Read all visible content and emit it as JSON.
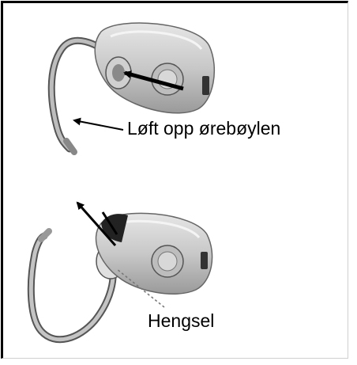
{
  "labels": {
    "lift_earhook": "Løft opp ørebøylen",
    "hinge": "Hengsel"
  },
  "icons": [
    "headset-earhook-raised",
    "headset-earhook-hinge",
    "arrow-icon"
  ]
}
